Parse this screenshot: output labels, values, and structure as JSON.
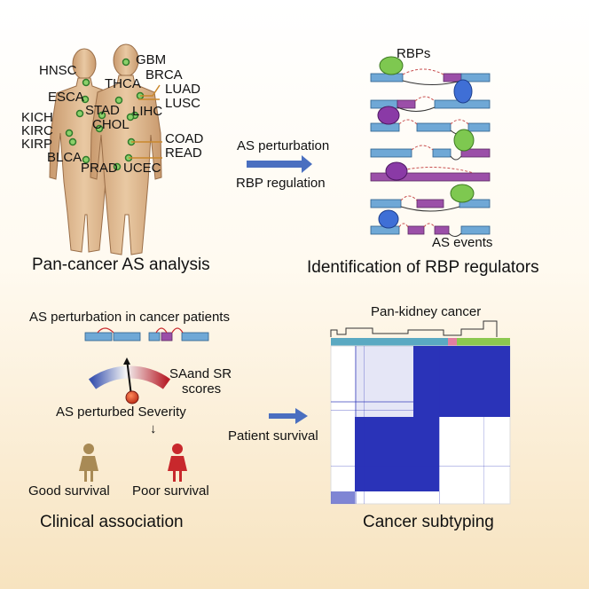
{
  "captions": {
    "pan_cancer": "Pan-cancer AS analysis",
    "rbp_regulators": "Identification of RBP regulators",
    "clinical": "Clinical association",
    "subtyping": "Cancer subtyping"
  },
  "cancer_types": {
    "gbm": "GBM",
    "hnsc": "HNSC",
    "brca": "BRCA",
    "thca": "THCA",
    "luad": "LUAD",
    "esca": "ESCA",
    "lusc": "LUSC",
    "stad": "STAD",
    "lihc": "LIHC",
    "kich": "KICH",
    "chol": "CHOL",
    "kirc": "KIRC",
    "kirp": "KIRP",
    "coad": "COAD",
    "read": "READ",
    "blca": "BLCA",
    "prad": "PRAD",
    "ucec": "UCEC"
  },
  "middle": {
    "as_perturbation": "AS perturbation",
    "rbp_regulation": "RBP regulation",
    "patient_survival": "Patient survival"
  },
  "rbp_panel": {
    "rbps_label": "RBPs",
    "as_events_label": "AS events"
  },
  "clinical_panel": {
    "title": "AS perturbation in cancer patients",
    "scores_line1": "SAand SR",
    "scores_line2": "scores",
    "severity": "AS perturbed Severity",
    "arrow": "↓",
    "good": "Good survival",
    "poor": "Poor survival"
  },
  "heatmap": {
    "title": "Pan-kidney cancer"
  },
  "colors": {
    "exon_blue": "#6fa8d6",
    "exon_purple": "#9b4fa8",
    "rbp_green": "#7ec850",
    "rbp_blue": "#3f6fd6",
    "rbp_purple": "#8a3aa6",
    "arrow_blue": "#4a6fc0",
    "heat_blue": "#2a33b8",
    "good_person": "#a88a55",
    "poor_person": "#c8282c"
  }
}
